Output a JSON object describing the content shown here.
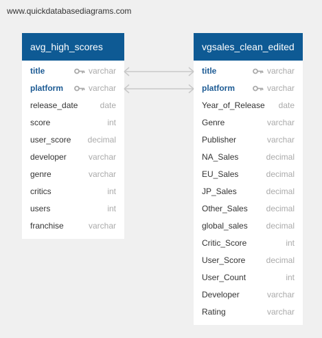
{
  "watermark": "www.quickdatabasediagrams.com",
  "tables": [
    {
      "name": "avg_high_scores",
      "columns": [
        {
          "name": "title",
          "type": "varchar",
          "pk": true
        },
        {
          "name": "platform",
          "type": "varchar",
          "pk": true
        },
        {
          "name": "release_date",
          "type": "date",
          "pk": false
        },
        {
          "name": "score",
          "type": "int",
          "pk": false
        },
        {
          "name": "user_score",
          "type": "decimal",
          "pk": false
        },
        {
          "name": "developer",
          "type": "varchar",
          "pk": false
        },
        {
          "name": "genre",
          "type": "varchar",
          "pk": false
        },
        {
          "name": "critics",
          "type": "int",
          "pk": false
        },
        {
          "name": "users",
          "type": "int",
          "pk": false
        },
        {
          "name": "franchise",
          "type": "varchar",
          "pk": false
        }
      ]
    },
    {
      "name": "vgsales_clean_edited",
      "columns": [
        {
          "name": "title",
          "type": "varchar",
          "pk": true
        },
        {
          "name": "platform",
          "type": "varchar",
          "pk": true
        },
        {
          "name": "Year_of_Release",
          "type": "date",
          "pk": false
        },
        {
          "name": "Genre",
          "type": "varchar",
          "pk": false
        },
        {
          "name": "Publisher",
          "type": "varchar",
          "pk": false
        },
        {
          "name": "NA_Sales",
          "type": "decimal",
          "pk": false
        },
        {
          "name": "EU_Sales",
          "type": "decimal",
          "pk": false
        },
        {
          "name": "JP_Sales",
          "type": "decimal",
          "pk": false
        },
        {
          "name": "Other_Sales",
          "type": "decimal",
          "pk": false
        },
        {
          "name": "global_sales",
          "type": "decimal",
          "pk": false
        },
        {
          "name": "Critic_Score",
          "type": "int",
          "pk": false
        },
        {
          "name": "User_Score",
          "type": "decimal",
          "pk": false
        },
        {
          "name": "User_Count",
          "type": "int",
          "pk": false
        },
        {
          "name": "Developer",
          "type": "varchar",
          "pk": false
        },
        {
          "name": "Rating",
          "type": "varchar",
          "pk": false
        }
      ]
    }
  ],
  "relationships": [
    {
      "from_table": "avg_high_scores",
      "from_column": "title",
      "to_table": "vgsales_clean_edited",
      "to_column": "title",
      "from_end": "one",
      "to_end": "many"
    },
    {
      "from_table": "avg_high_scores",
      "from_column": "platform",
      "to_table": "vgsales_clean_edited",
      "to_column": "platform",
      "from_end": "one",
      "to_end": "many"
    }
  ],
  "colors": {
    "header_bg": "#0e5a94",
    "pk_text": "#1d5b94",
    "type_text": "#aaaaaa",
    "canvas_bg": "#f0f0f0",
    "connector": "#c8c8c8"
  }
}
